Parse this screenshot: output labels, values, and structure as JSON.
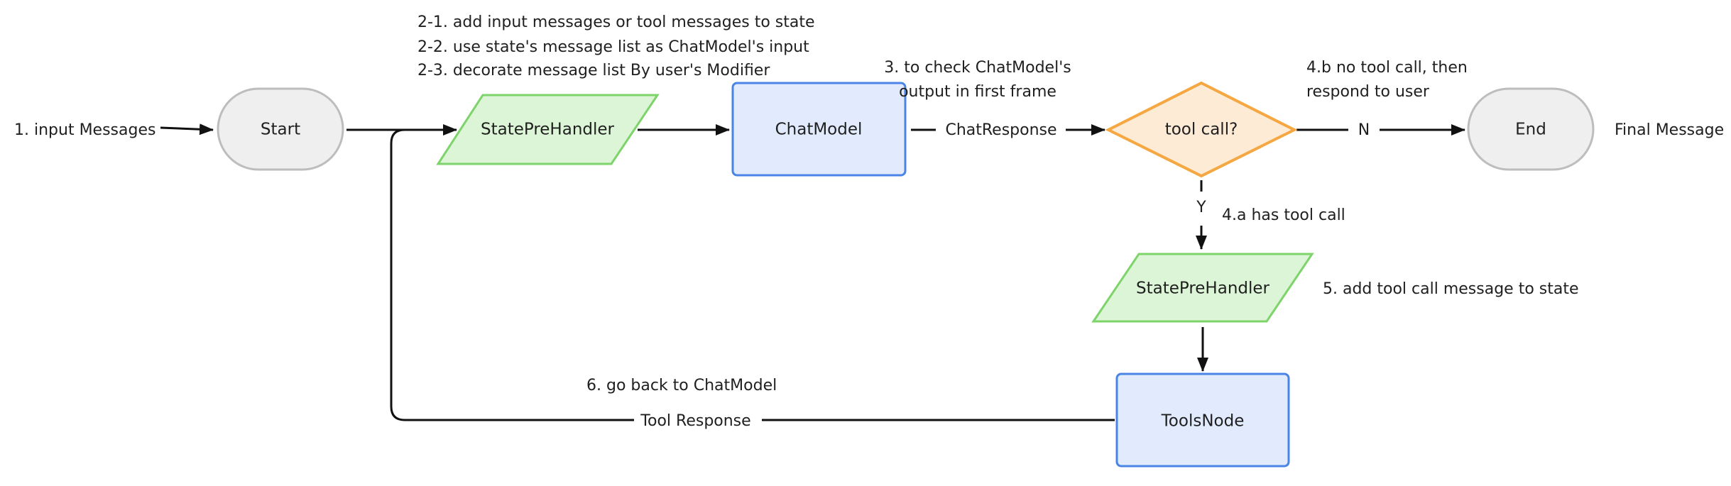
{
  "nodes": {
    "start": "Start",
    "state_pre_handler_1": "StatePreHandler",
    "chat_model": "ChatModel",
    "tool_call_decision": "tool call?",
    "end": "End",
    "state_pre_handler_2": "StatePreHandler",
    "tools_node": "ToolsNode"
  },
  "labels": {
    "input_messages": "1. input Messages",
    "step_2_1": "2-1. add input messages or tool messages to state",
    "step_2_2": "2-2. use state's message list as ChatModel's input",
    "step_2_3": "2-3. decorate message list By user's Modifier",
    "step_3_line1": "3. to check ChatModel's",
    "step_3_line2": "output in first frame",
    "chat_response": "ChatResponse",
    "step_4b_line1": "4.b no tool call, then",
    "step_4b_line2": "respond to user",
    "branch_no": "N",
    "final_message": "Final Message",
    "branch_yes": "Y",
    "step_4a": "4.a has tool call",
    "step_5": "5. add tool call message to state",
    "step_6": "6. go back to ChatModel",
    "tool_response": "Tool Response"
  },
  "colors": {
    "terminal_fill": "#efefef",
    "terminal_stroke": "#bdbdbd",
    "handler_fill": "#dcf5d6",
    "handler_stroke": "#7dd46a",
    "model_fill": "#e1ebfd",
    "model_stroke": "#4a84e6",
    "decision_fill": "#fdebd6",
    "decision_stroke": "#f5a742",
    "edge": "#111111",
    "text": "#1f1f1f"
  }
}
